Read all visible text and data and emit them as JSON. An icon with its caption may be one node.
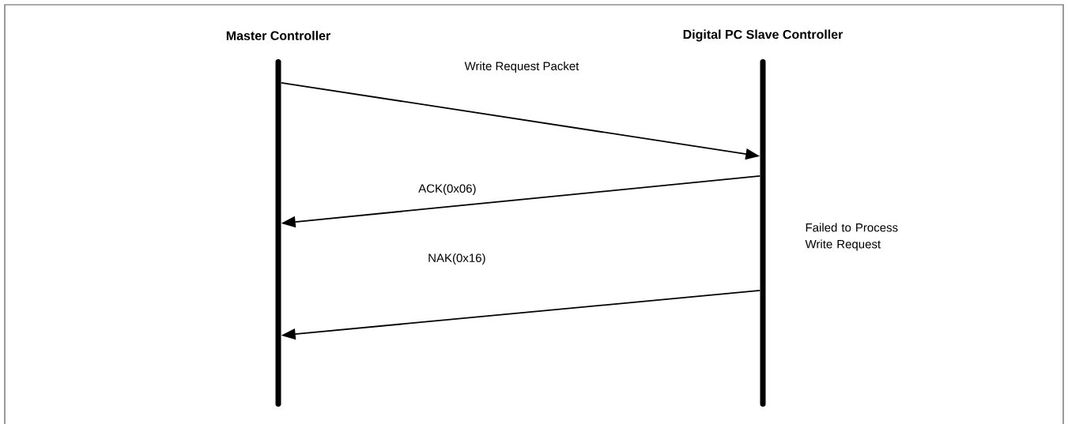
{
  "diagram": {
    "nodes": [
      {
        "text": [
          "Master Controller"
        ]
      },
      {
        "text": [
          "Digital PC Slave Controller"
        ]
      }
    ],
    "edges": [
      {
        "from": 0,
        "to": 1,
        "arrow": "to",
        "label": "Write Request Packet"
      },
      {
        "from": 1,
        "to": 0,
        "arrow": "to",
        "label": "ACK(0x06)"
      },
      {
        "from": 1,
        "to": 0,
        "arrow": "to",
        "label": "NAK(0x16)"
      }
    ],
    "labels": [
      "Failed to Process Write Request"
    ]
  }
}
